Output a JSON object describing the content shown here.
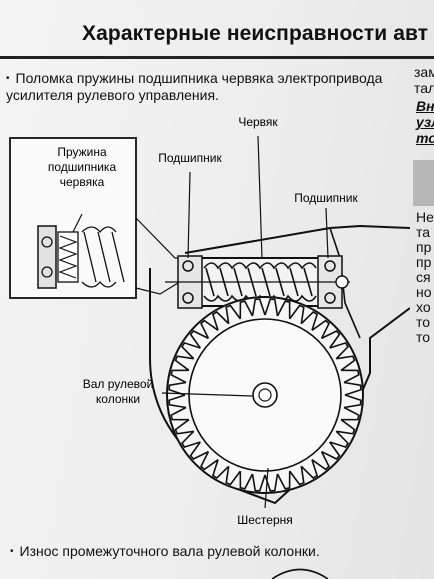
{
  "header": {
    "title": "Характерные неисправности авт"
  },
  "intro": {
    "bullet": "•",
    "text_line1": "Поломка пружины подшипника червяка электропривода",
    "text_line2": "усилителя рулевого управления."
  },
  "right_column": {
    "top_lines": [
      "зам",
      "тал"
    ],
    "bold_lines": [
      "Вн",
      "узл",
      "то"
    ],
    "body_lines": [
      "Не",
      "та",
      "пр",
      "пр",
      "ся",
      "но",
      "хо",
      "то",
      "то"
    ]
  },
  "diagram": {
    "labels": {
      "spring": [
        "Пружина",
        "подшипника",
        "червяка"
      ],
      "bearing_left": "Подшипник",
      "worm": "Червяк",
      "bearing_right": "Подшипник",
      "shaft": [
        "Вал рулевой",
        "колонки"
      ],
      "gear": "Шестерня"
    },
    "icons": [
      "worm-gear-drawing",
      "gear-wheel-drawing",
      "inset-detail-drawing"
    ]
  },
  "footer": {
    "bullet": "•",
    "text": "Износ промежуточного вала рулевой колонки."
  }
}
